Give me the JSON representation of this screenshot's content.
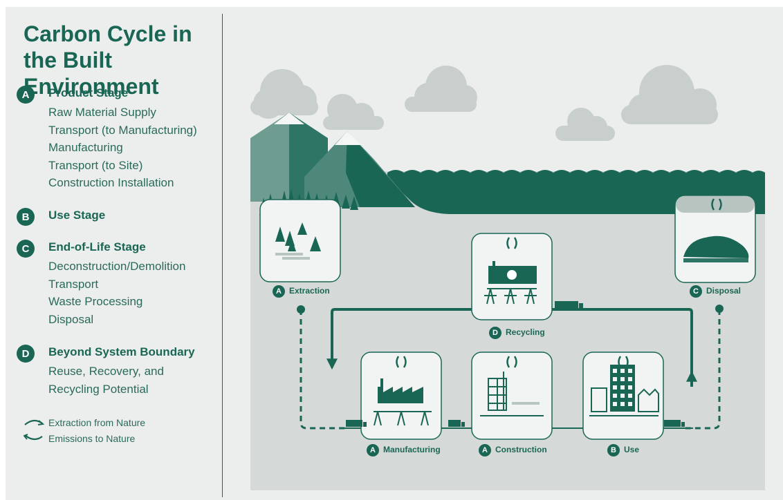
{
  "title": "Carbon Cycle in the Built Environment",
  "colors": {
    "primary": "#1a6655",
    "panel": "#eceeed",
    "scene": "#d5d9d7",
    "cloud": "#c9cfcc"
  },
  "legend": [
    {
      "letter": "A",
      "title": "Product Stage",
      "items": [
        "Raw Material Supply",
        "Transport (to Manufacturing)",
        "Manufacturing",
        "Transport (to Site)",
        "Construction Installation"
      ]
    },
    {
      "letter": "B",
      "title": "Use Stage",
      "items": []
    },
    {
      "letter": "C",
      "title": "End-of-Life Stage",
      "items": [
        "Deconstruction/Demolition",
        "Transport",
        "Waste Processing",
        "Disposal"
      ]
    },
    {
      "letter": "D",
      "title": "Beyond System Boundary",
      "items": [
        "Reuse, Recovery, and",
        "Recycling Potential"
      ]
    }
  ],
  "key": {
    "extraction": "Extraction from Nature",
    "emissions": "Emissions to Nature",
    "extraction_icon": "arc-arrow-up-icon",
    "emissions_icon": "arc-arrow-down-icon"
  },
  "nodes": {
    "extraction": {
      "letter": "A",
      "label": "Extraction"
    },
    "recycling": {
      "letter": "D",
      "label": "Recycling"
    },
    "disposal": {
      "letter": "C",
      "label": "Disposal"
    },
    "manufacturing": {
      "letter": "A",
      "label": "Manufacturing"
    },
    "construction": {
      "letter": "A",
      "label": "Construction"
    },
    "use": {
      "letter": "B",
      "label": "Use"
    }
  }
}
